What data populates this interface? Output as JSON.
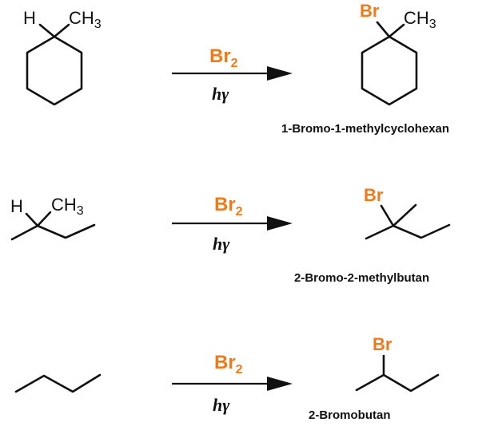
{
  "reactions": [
    {
      "reactant": {
        "H": "H",
        "CH3": "CH",
        "CH3_sub": "3"
      },
      "reagent": {
        "main": "Br",
        "sub": "2"
      },
      "condition": {
        "h": "h",
        "gamma": "γ"
      },
      "product": {
        "Br": "Br",
        "CH3": "CH",
        "CH3_sub": "3"
      },
      "product_name": "1-Bromo-1-methylcyclohexan"
    },
    {
      "reactant": {
        "H": "H",
        "CH3": "CH",
        "CH3_sub": "3"
      },
      "reagent": {
        "main": "Br",
        "sub": "2"
      },
      "condition": {
        "h": "h",
        "gamma": "γ"
      },
      "product": {
        "Br": "Br"
      },
      "product_name": "2-Bromo-2-methylbutan"
    },
    {
      "reagent": {
        "main": "Br",
        "sub": "2"
      },
      "condition": {
        "h": "h",
        "gamma": "γ"
      },
      "product": {
        "Br": "Br"
      },
      "product_name": "2-Bromobutan"
    }
  ],
  "colors": {
    "bromine": "#f07a1a",
    "ink": "#111111"
  }
}
